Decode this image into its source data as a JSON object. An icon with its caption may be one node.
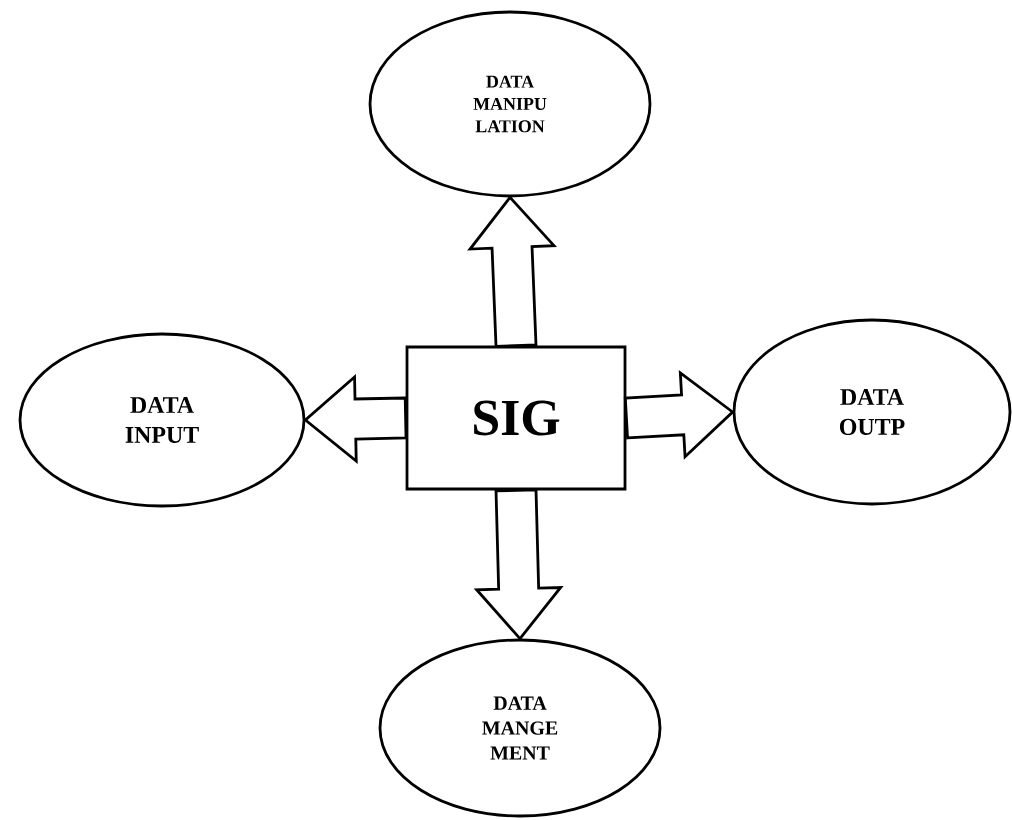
{
  "diagram": {
    "nodes": [
      {
        "text": [
          "SIG"
        ]
      },
      {
        "text": [
          "DATA MANIPU LATION"
        ]
      },
      {
        "text": [
          "DATA INPUT"
        ]
      },
      {
        "text": [
          "DATA OUTP"
        ]
      },
      {
        "text": [
          "DATA MANGE MENT"
        ]
      }
    ],
    "edges": [
      {
        "from": 0,
        "to": 1,
        "arrow": "to"
      },
      {
        "from": 0,
        "to": 2,
        "arrow": "to"
      },
      {
        "from": 0,
        "to": 3,
        "arrow": "to"
      },
      {
        "from": 0,
        "to": 4,
        "arrow": "to"
      }
    ]
  }
}
